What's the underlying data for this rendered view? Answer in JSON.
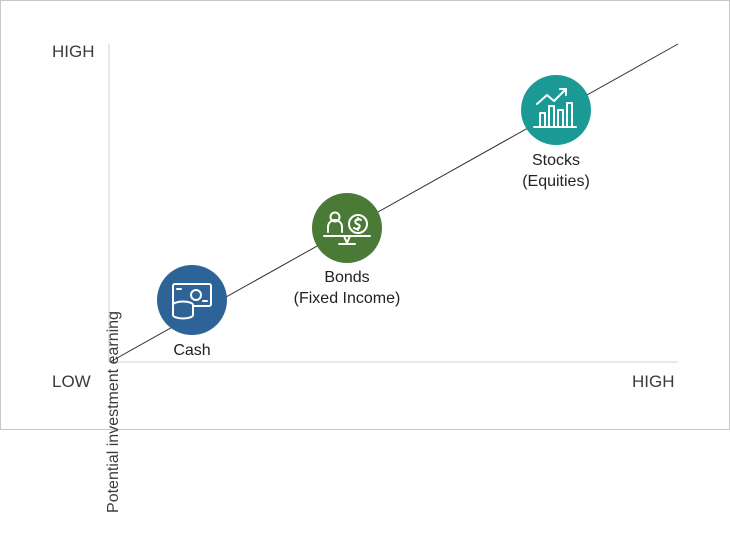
{
  "axes": {
    "y_high": "HIGH",
    "x_low": "LOW",
    "x_high": "HIGH",
    "y_label": "Potential investment earning"
  },
  "items": [
    {
      "label_line1": "Cash",
      "label_line2": "",
      "color": "#2e6398",
      "icon": "cash-icon"
    },
    {
      "label_line1": "Bonds",
      "label_line2": "(Fixed Income)",
      "color": "#4b7a37",
      "icon": "bonds-scale-icon"
    },
    {
      "label_line1": "Stocks",
      "label_line2": "(Equities)",
      "color": "#1b9a95",
      "icon": "stocks-chart-icon"
    }
  ]
}
